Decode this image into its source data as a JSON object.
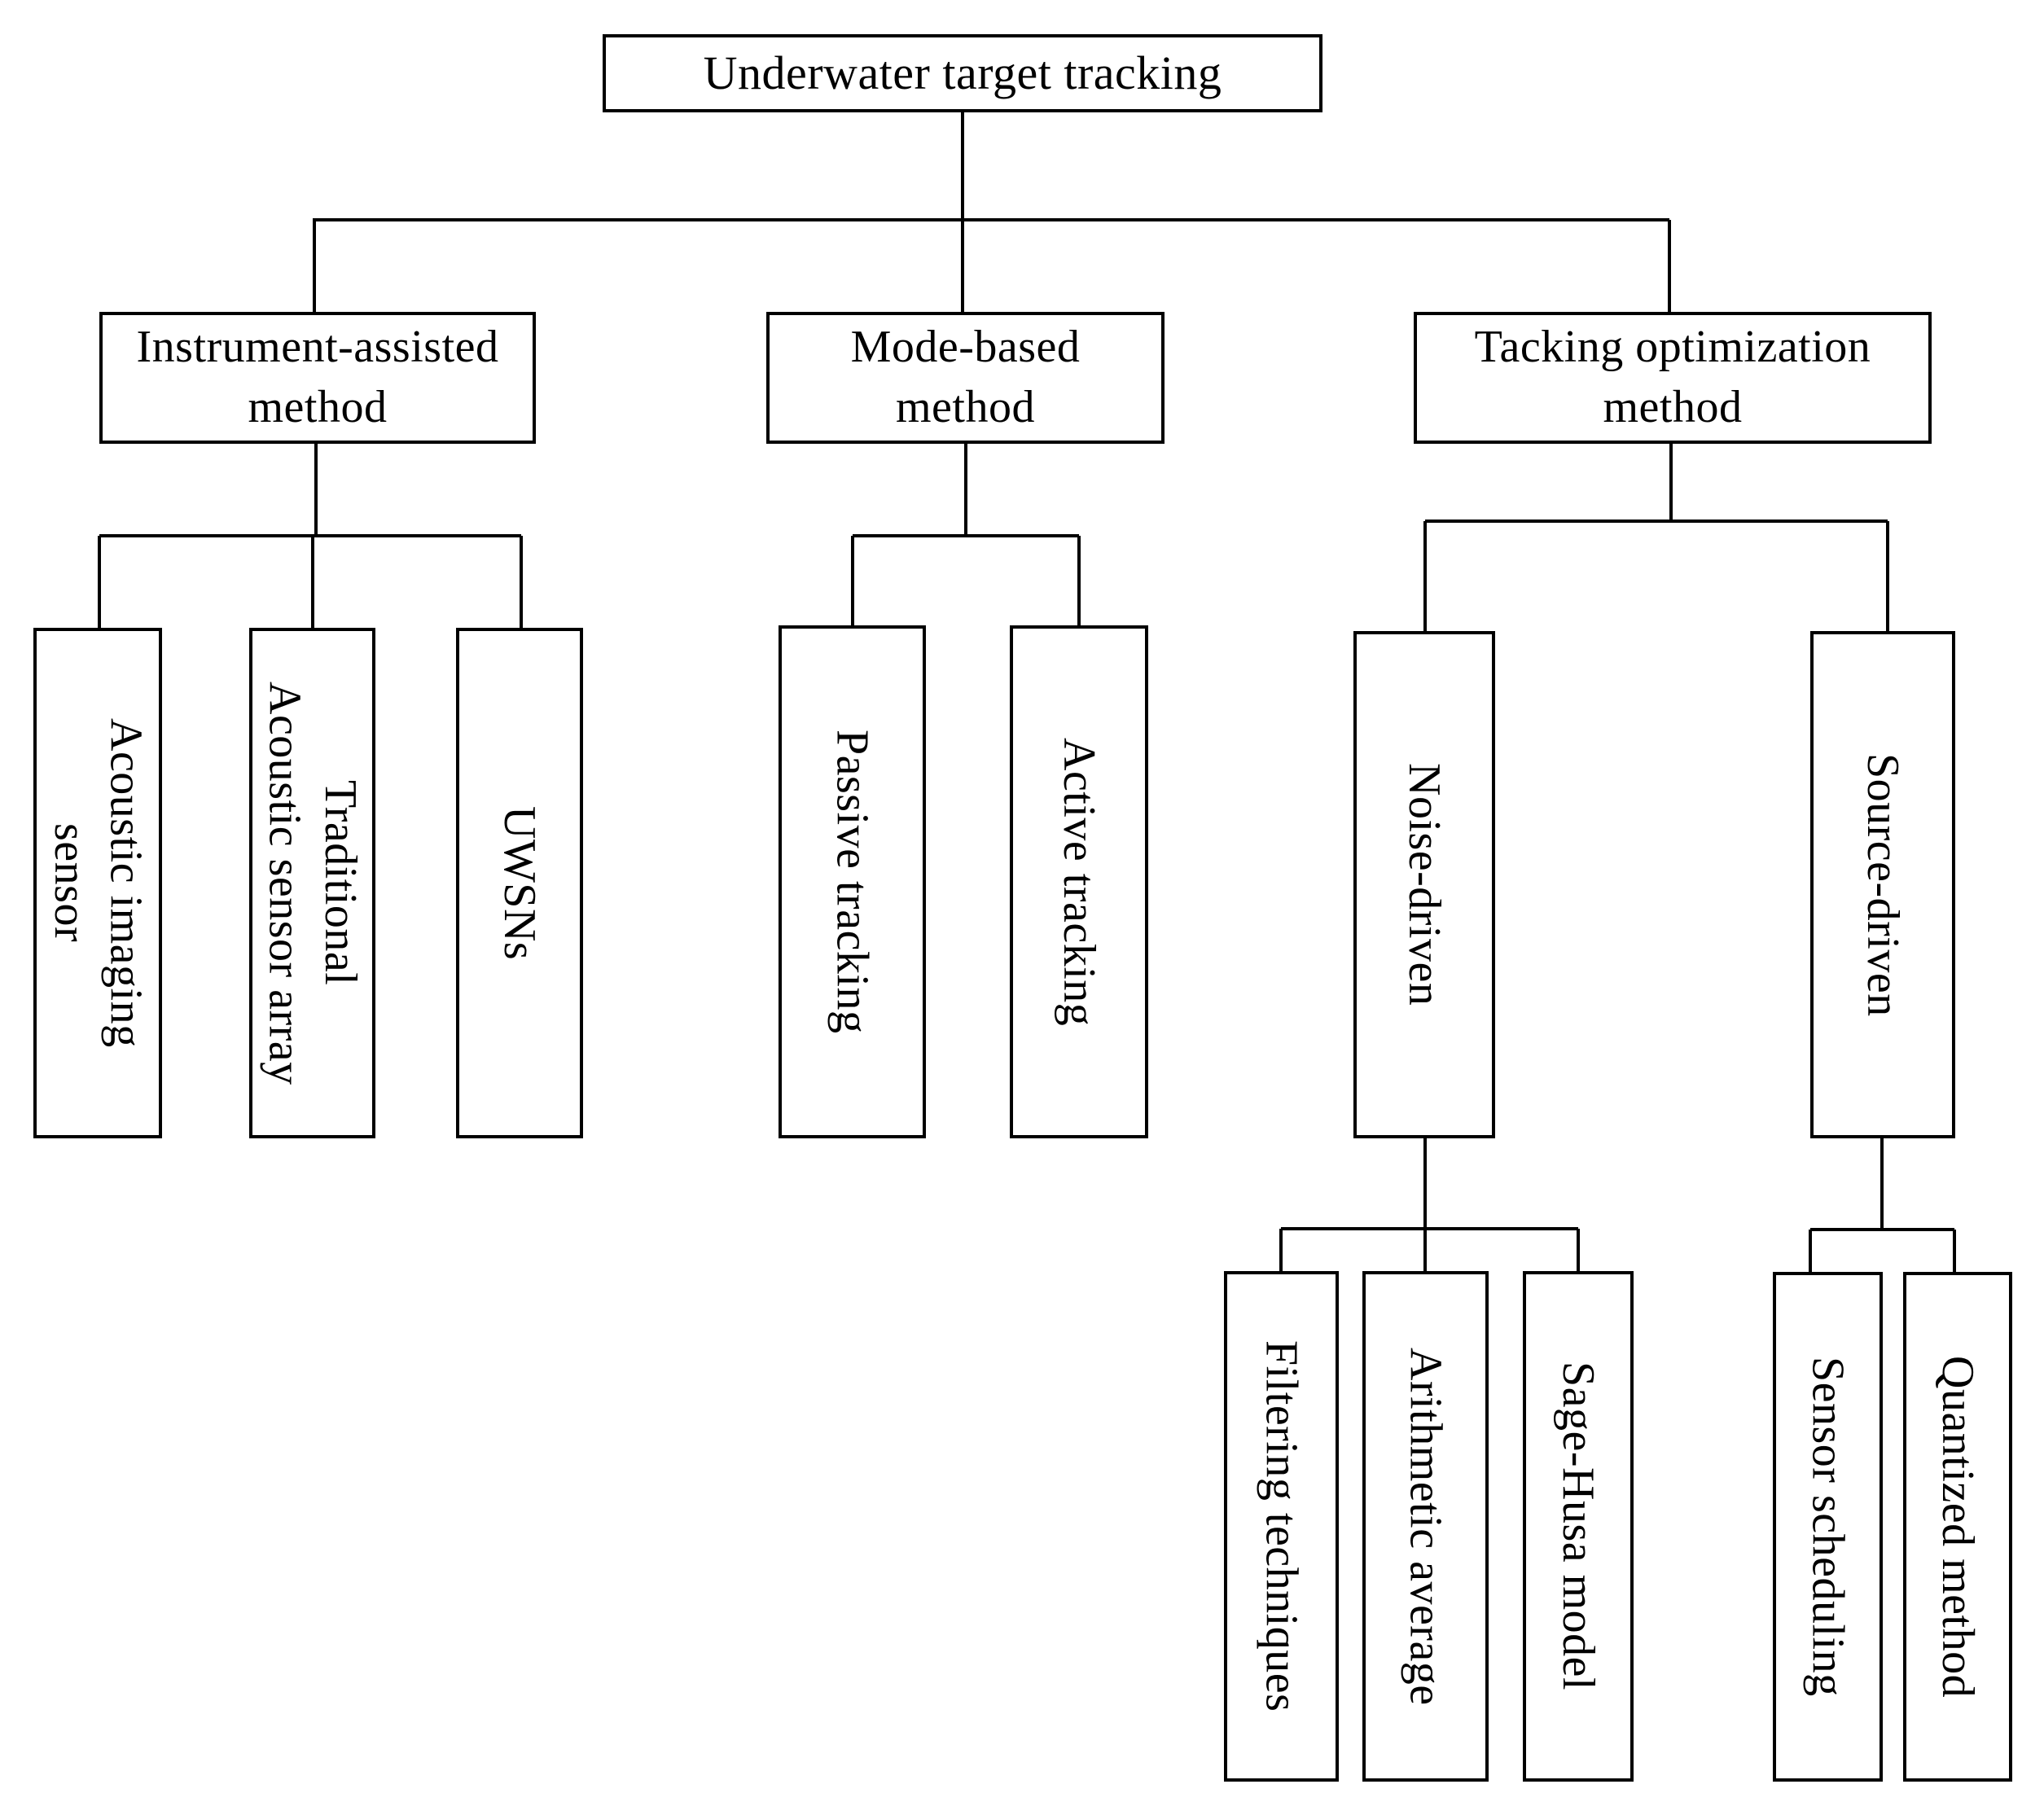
{
  "diagram_title": "Underwater target tracking",
  "nodes": {
    "root": "Underwater target tracking",
    "instrument": "Instrument-assisted\nmethod",
    "mode": "Mode-based\nmethod",
    "tacking": "Tacking optimization\nmethod",
    "acoustic_imaging": "Acoustic imaging\nsensor",
    "traditional": "Traditional\nAcoustic sensor array",
    "uwsns": "UWSNs",
    "passive": "Passive tracking",
    "active": "Active tracking",
    "noise": "Noise-driven",
    "source": "Source-driven",
    "filtering": "Filtering techniques",
    "arithmetic": "Arithmetic average",
    "sage": "Sage-Husa model",
    "sensor_scheduling": "Sensor scheduling",
    "quantized": "Quantized method"
  },
  "edges": [
    "root-instrument",
    "root-mode",
    "root-tacking",
    "instrument-acoustic_imaging",
    "instrument-traditional",
    "instrument-uwsns",
    "mode-passive",
    "mode-active",
    "tacking-noise",
    "tacking-source",
    "noise-filtering",
    "noise-arithmetic",
    "noise-sage",
    "source-sensor_scheduling",
    "source-quantized"
  ],
  "colors": {
    "line": "#000000",
    "box_border": "#000000",
    "box_fill": "#ffffff",
    "text": "#000000",
    "background": "#ffffff"
  }
}
